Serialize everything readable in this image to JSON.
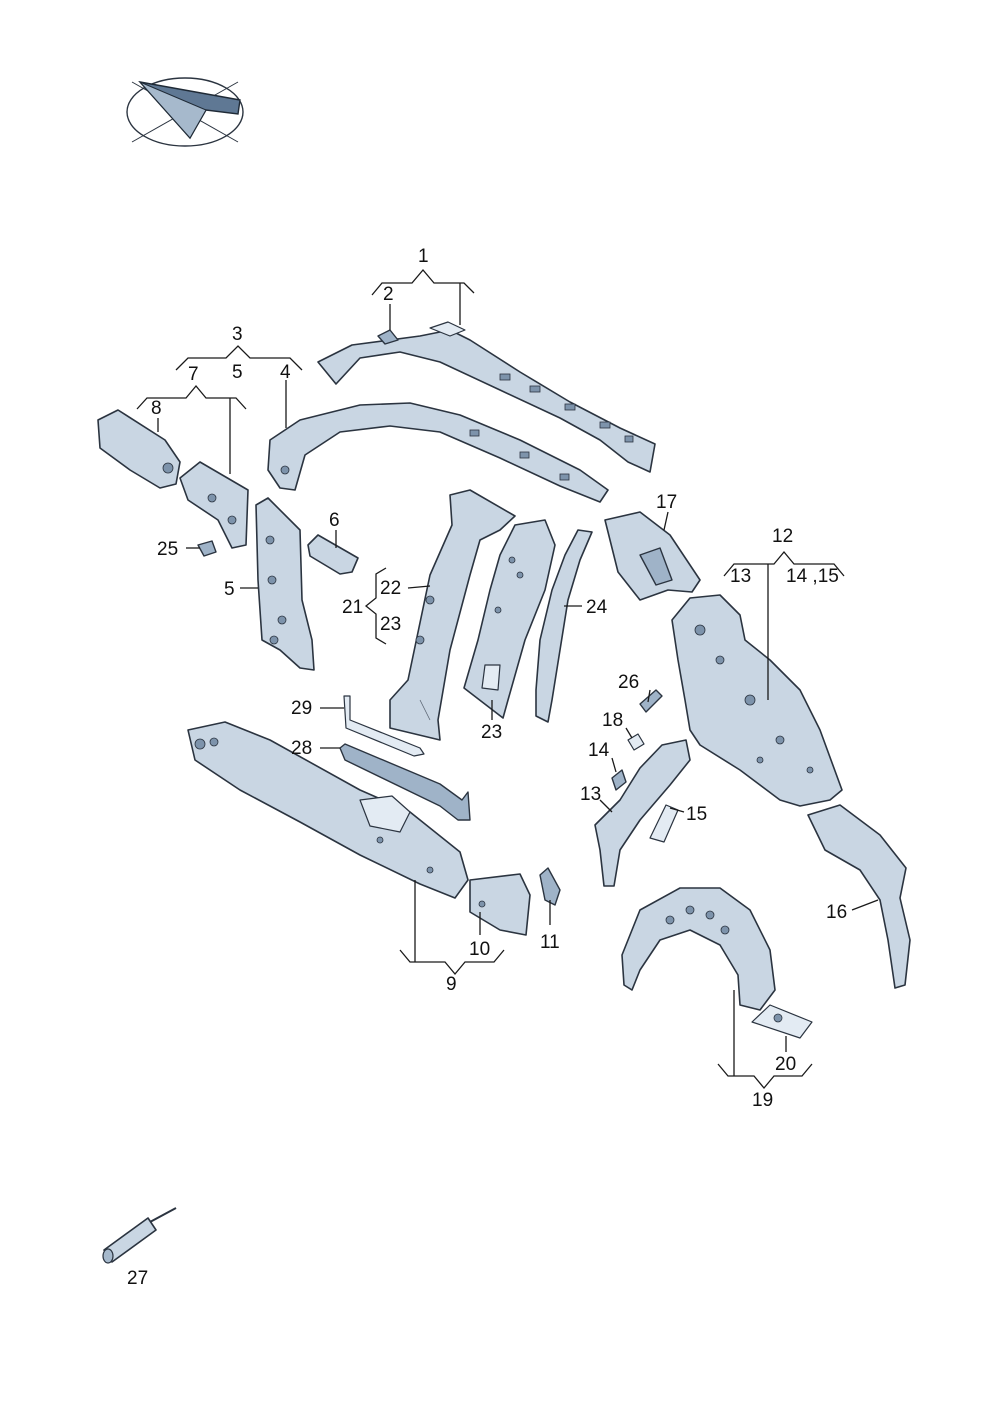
{
  "labels": {
    "p1": "1",
    "p2": "2",
    "p3": "3",
    "p4": "4",
    "p5_group": "5",
    "p5": "5",
    "p6": "6",
    "p7": "7",
    "p8": "8",
    "p9": "9",
    "p10": "10",
    "p11": "11",
    "p12": "12",
    "p13_group": "13",
    "p13": "13",
    "p14_15_group": "14 ,15",
    "p14": "14",
    "p15": "15",
    "p16": "16",
    "p17": "17",
    "p18": "18",
    "p19": "19",
    "p20": "20",
    "p21": "21",
    "p22": "22",
    "p23_group": "23",
    "p23": "23",
    "p24": "24",
    "p25": "25",
    "p26": "26",
    "p27": "27",
    "p28": "28",
    "p29": "29"
  },
  "colors": {
    "part_fill": "#c9d6e3",
    "part_dark": "#9fb3c8",
    "outline": "#2b3440",
    "text": "#111111"
  },
  "icons": {
    "orientation": "vehicle-orientation-arrow-icon",
    "sealant": "sealant-cartridge-icon"
  }
}
